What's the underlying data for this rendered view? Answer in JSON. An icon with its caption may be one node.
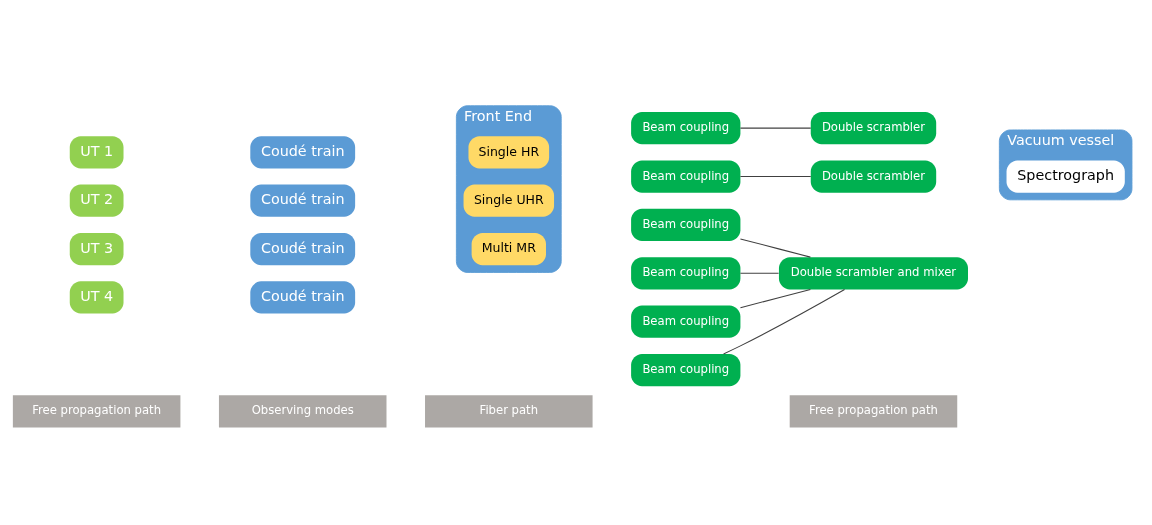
{
  "diagram": {
    "nodes": [
      {
        "text": [
          "Free propagation path"
        ]
      },
      {
        "text": [
          "Observing modes"
        ]
      },
      {
        "text": [
          "Fiber path"
        ]
      },
      {
        "text": [
          "Free propagation path"
        ]
      },
      {
        "text": [
          "UT 1"
        ]
      },
      {
        "text": [
          "Coudé train"
        ]
      },
      {
        "text": [
          "Front End"
        ]
      },
      {
        "text": [
          "Single HR"
        ],
        "in": 6
      },
      {
        "text": [
          "Beam coupling"
        ]
      },
      {
        "text": [
          "UT 2"
        ]
      },
      {
        "text": [
          "Coudé train"
        ]
      },
      {
        "text": [
          "Single UHR"
        ],
        "in": 6
      },
      {
        "text": [
          "Beam coupling"
        ]
      },
      {
        "text": [
          "Vacuum vessel"
        ]
      },
      {
        "text": [
          "Spectrograph"
        ],
        "in": 13
      },
      {
        "text": [
          "Double scrambler"
        ]
      },
      {
        "text": [
          "Double scrambler"
        ]
      },
      {
        "text": [
          "Beam coupling"
        ]
      },
      {
        "text": [
          "Double scrambler and mixer"
        ]
      },
      {
        "text": [
          "Beam coupling"
        ]
      },
      {
        "text": [
          "UT 3"
        ]
      },
      {
        "text": [
          "Coudé train"
        ]
      },
      {
        "text": [
          "Multi MR"
        ],
        "in": 6
      },
      {
        "text": [
          "Beam coupling"
        ]
      },
      {
        "text": [
          "Beam coupling"
        ]
      },
      {
        "text": [
          "UT 4"
        ]
      },
      {
        "text": [
          "Coudé train"
        ]
      }
    ],
    "edges": [
      {
        "from": 8,
        "to": 15,
        "arrow": "none"
      },
      {
        "from": 12,
        "to": 16,
        "arrow": "none"
      },
      {
        "from": 17,
        "to": 18,
        "arrow": "none"
      },
      {
        "from": 19,
        "to": 18,
        "arrow": "none"
      },
      {
        "from": 23,
        "to": 18,
        "arrow": "none"
      },
      {
        "from": 24,
        "to": 18,
        "arrow": "none"
      }
    ]
  }
}
